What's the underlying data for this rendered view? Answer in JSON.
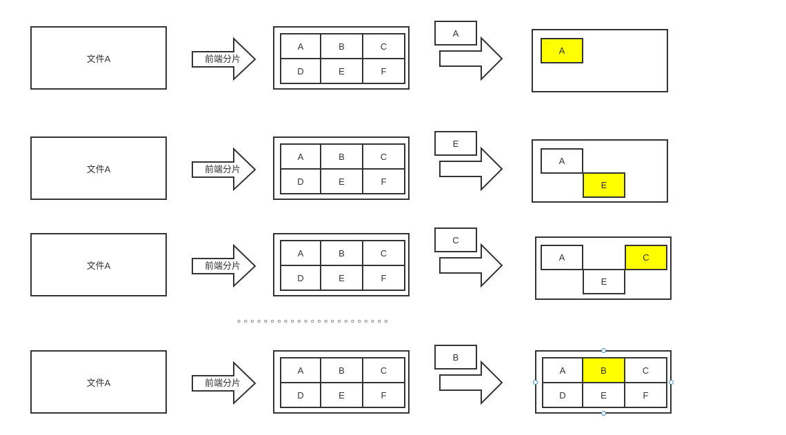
{
  "file_label": "文件A",
  "split_label": "前端分片",
  "grid_cells": [
    "A",
    "B",
    "C",
    "D",
    "E",
    "F"
  ],
  "ellipsis": "。。。。。。。。。。。。。。。。。。。。。。。",
  "rows": [
    {
      "sent_chunk": "A",
      "pieces": [
        "A"
      ],
      "highlight": "A"
    },
    {
      "sent_chunk": "E",
      "pieces": [
        "A",
        "E"
      ],
      "highlight": "E"
    },
    {
      "sent_chunk": "C",
      "pieces": [
        "A",
        "C",
        "E"
      ],
      "highlight": "C"
    },
    {
      "sent_chunk": "B",
      "final_cells": [
        "A",
        "B",
        "C",
        "D",
        "E",
        "F"
      ],
      "highlight": "B"
    }
  ],
  "colors": {
    "stroke": "#333333",
    "highlight": "#ffff00",
    "selection_handle": "#3b8fd8"
  }
}
